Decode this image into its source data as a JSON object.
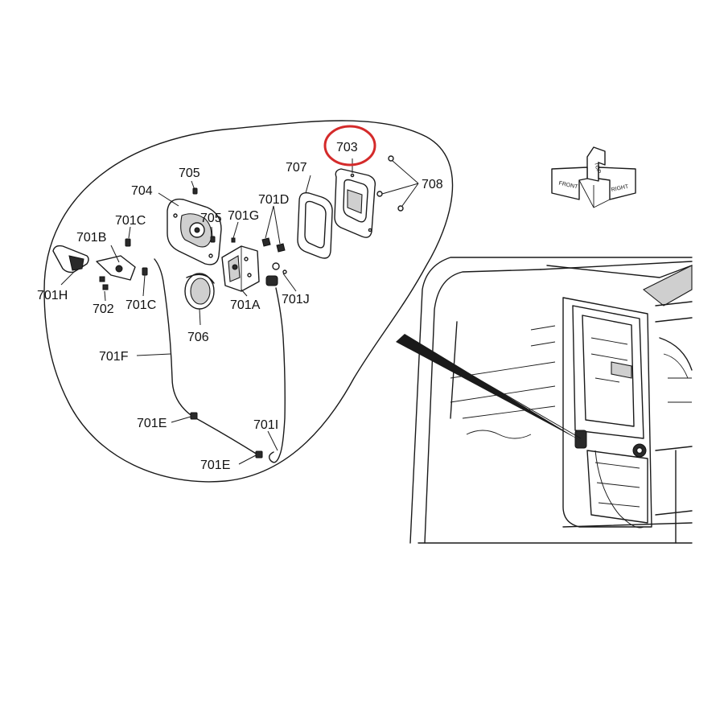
{
  "highlight": {
    "label": "703",
    "circle_color": "#d42a2a"
  },
  "labels": {
    "p705a": "705",
    "p704": "704",
    "p701c_top": "701C",
    "p701b": "701B",
    "p705b": "705",
    "p701g": "701G",
    "p701d": "701D",
    "p707": "707",
    "p703": "703",
    "p708": "708",
    "p701h": "701H",
    "p702": "702",
    "p701c_bottom": "701C",
    "p706": "706",
    "p701a": "701A",
    "p701j": "701J",
    "p701f": "701F",
    "p701e_upper": "701E",
    "p701i": "701I",
    "p701e_lower": "701E"
  },
  "orientation": {
    "front": "FRONT",
    "right": "RIGHT",
    "top": "TOP"
  },
  "colors": {
    "ink": "#1a1a1a",
    "highlight": "#d42a2a",
    "background": "#ffffff"
  }
}
